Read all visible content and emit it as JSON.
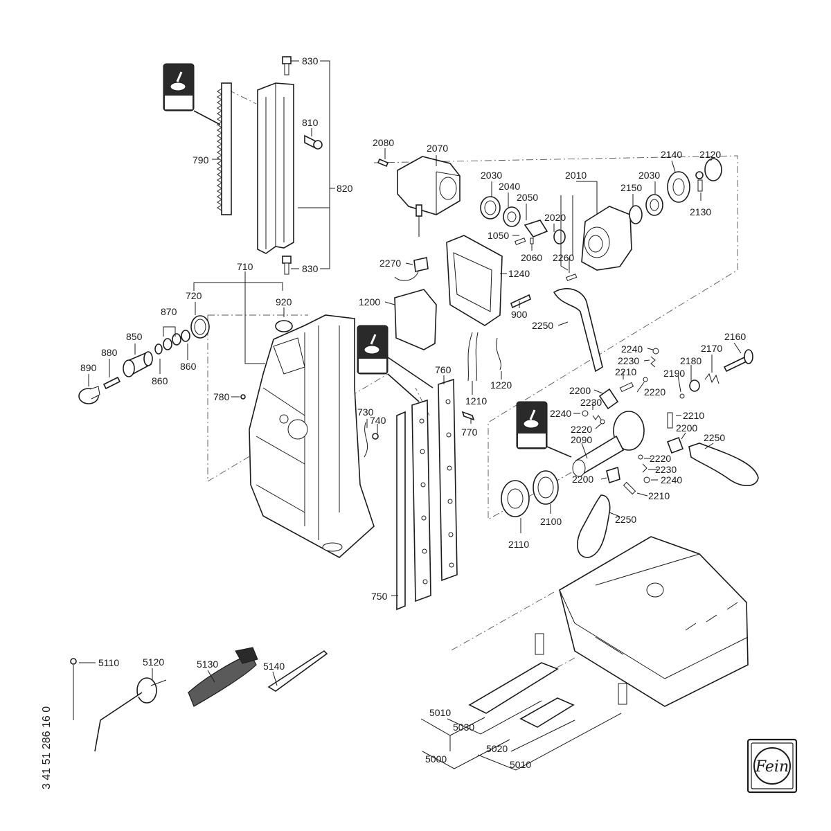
{
  "document_number": "3 41 51 286 16 0",
  "brand_logo_text": "Fein",
  "part_labels": {
    "p830a": "830",
    "p810": "810",
    "p790": "790",
    "p820": "820",
    "p830b": "830",
    "p710": "710",
    "p720": "720",
    "p920": "920",
    "p870": "870",
    "p850": "850",
    "p880": "880",
    "p890": "890",
    "p860a": "860",
    "p860b": "860",
    "p780": "780",
    "p730": "730",
    "p740": "740",
    "p760": "760",
    "p770": "770",
    "p750": "750",
    "p2080": "2080",
    "p2070": "2070",
    "p2030a": "2030",
    "p2040": "2040",
    "p2050": "2050",
    "p2010": "2010",
    "p2020": "2020",
    "p1050": "1050",
    "p2060": "2060",
    "p2260": "2260",
    "p2150": "2150",
    "p2030b": "2030",
    "p2140": "2140",
    "p2120": "2120",
    "p2130": "2130",
    "p2270": "2270",
    "p1240": "1240",
    "p1200": "1200",
    "p900": "900",
    "p2250a": "2250",
    "p1210": "1210",
    "p1220": "1220",
    "p2240a": "2240",
    "p2230a": "2230",
    "p2210a": "2210",
    "p2220a": "2220",
    "p2170": "2170",
    "p2160": "2160",
    "p2180": "2180",
    "p2190": "2190",
    "p2200a": "2200",
    "p2230b": "2230",
    "p2240b": "2240",
    "p2220b": "2220",
    "p2090": "2090",
    "p2210b": "2210",
    "p2200b": "2200",
    "p2250b": "2250",
    "p2220c": "2220",
    "p2230c": "2230",
    "p2240c": "2240",
    "p2200c": "2200",
    "p2210c": "2210",
    "p2250c": "2250",
    "p2110": "2110",
    "p2100": "2100",
    "p5110": "5110",
    "p5120": "5120",
    "p5130": "5130",
    "p5140": "5140",
    "p5010a": "5010",
    "p5030": "5030",
    "p5020": "5020",
    "p5000": "5000",
    "p5010b": "5010"
  },
  "icons": {
    "grease_notice": "grease-application-icon"
  }
}
